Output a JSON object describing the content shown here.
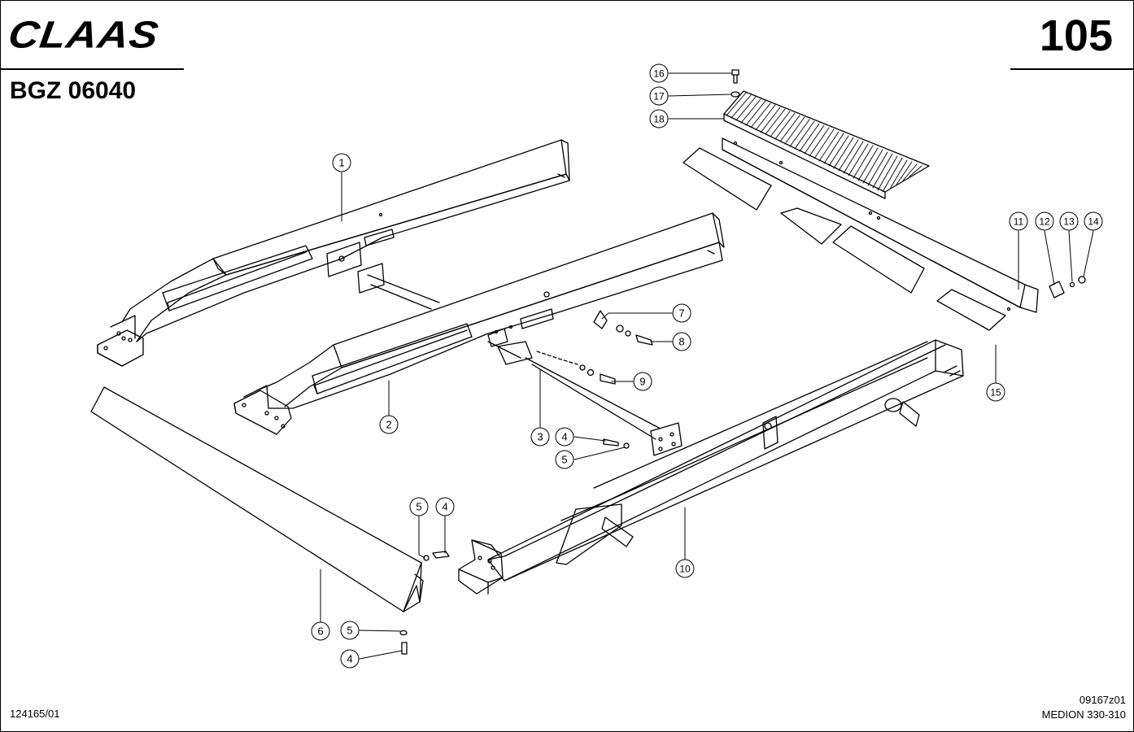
{
  "header": {
    "brand": "CLAAS",
    "page_number": "105",
    "doc_code": "BGZ 06040"
  },
  "footer": {
    "left_code": "124165/01",
    "drawing_number": "09167z01",
    "model": "MEDION 330-310"
  },
  "callouts": [
    {
      "id": "c1",
      "label": "1"
    },
    {
      "id": "c2",
      "label": "2"
    },
    {
      "id": "c3",
      "label": "3"
    },
    {
      "id": "c4a",
      "label": "4"
    },
    {
      "id": "c5a",
      "label": "5"
    },
    {
      "id": "c4b",
      "label": "4"
    },
    {
      "id": "c5b",
      "label": "5"
    },
    {
      "id": "c5c",
      "label": "5"
    },
    {
      "id": "c4c",
      "label": "4"
    },
    {
      "id": "c6",
      "label": "6"
    },
    {
      "id": "c7",
      "label": "7"
    },
    {
      "id": "c8",
      "label": "8"
    },
    {
      "id": "c9",
      "label": "9"
    },
    {
      "id": "c10",
      "label": "10"
    },
    {
      "id": "c11",
      "label": "11"
    },
    {
      "id": "c12",
      "label": "12"
    },
    {
      "id": "c13",
      "label": "13"
    },
    {
      "id": "c14",
      "label": "14"
    },
    {
      "id": "c15",
      "label": "15"
    },
    {
      "id": "c16",
      "label": "16"
    },
    {
      "id": "c17",
      "label": "17"
    },
    {
      "id": "c18",
      "label": "18"
    }
  ],
  "colors": {
    "ink": "#000000",
    "paper": "#ffffff"
  }
}
